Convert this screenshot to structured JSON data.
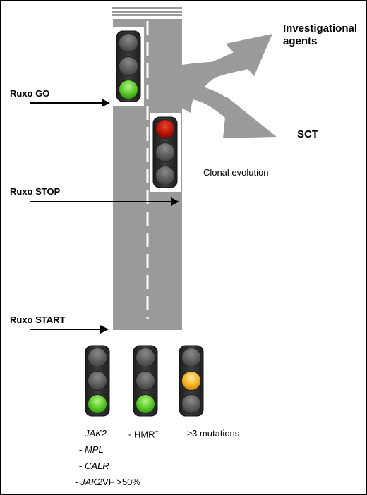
{
  "labels": {
    "ruxo_go": "Ruxo GO",
    "ruxo_stop": "Ruxo STOP",
    "ruxo_start": "Ruxo START",
    "investigational_line1": "Investigational",
    "investigational_line2": "agents",
    "sct": "SCT",
    "clonal_evolution": "- Clonal evolution"
  },
  "markers": {
    "col1": [
      {
        "dash": "- ",
        "gene": "JAK2",
        "suffix": ""
      },
      {
        "dash": "- ",
        "gene": "MPL",
        "suffix": ""
      },
      {
        "dash": "- ",
        "gene": "CALR",
        "suffix": ""
      },
      {
        "dash": "- ",
        "gene": "JAK2",
        "suffix": "VF >50%"
      }
    ],
    "col2": {
      "dash": "- ",
      "text": "HMR",
      "sup": "+"
    },
    "col3": {
      "text": "- ≥3 mutations"
    }
  },
  "traffic_lights": [
    {
      "name": "road-light-go",
      "active": "bottom",
      "color": "green"
    },
    {
      "name": "road-light-stop",
      "active": "top",
      "color": "red"
    },
    {
      "name": "bottom-light-1",
      "active": "bottom",
      "color": "green"
    },
    {
      "name": "bottom-light-2",
      "active": "bottom",
      "color": "green"
    },
    {
      "name": "bottom-light-3",
      "active": "middle",
      "color": "amber"
    }
  ],
  "colors": {
    "road": "#9a9a9a",
    "green": "#5ed12c",
    "red": "#b81408",
    "amber": "#f2b31e",
    "lamp_off": "#5a5a5a",
    "housing": "#2f2f2f"
  }
}
